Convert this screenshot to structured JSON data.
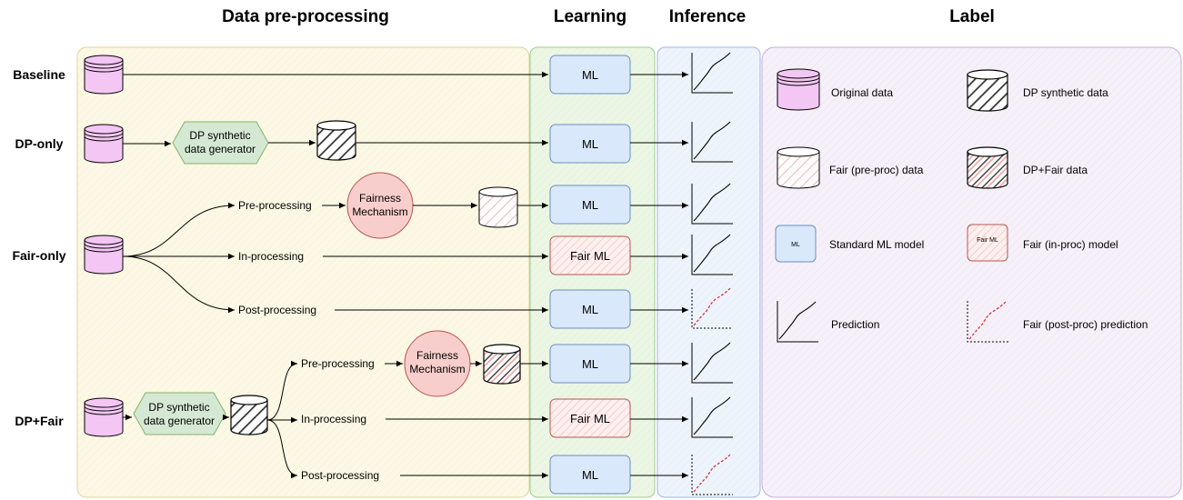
{
  "headers": {
    "preprocessing": "Data pre-processing",
    "learning": "Learning",
    "inference": "Inference",
    "label": "Label"
  },
  "rows": {
    "baseline": "Baseline",
    "dp_only": "DP-only",
    "fair_only": "Fair-only",
    "dp_fair": "DP+Fair"
  },
  "nodes": {
    "dp_generator_line1": "DP synthetic",
    "dp_generator_line2": "data generator",
    "fairness_line1": "Fairness",
    "fairness_line2": "Mechanism",
    "pre_processing": "Pre-processing",
    "in_processing": "In-processing",
    "post_processing": "Post-processing",
    "ml": "ML",
    "fair_ml": "Fair ML"
  },
  "legend": {
    "original_data": "Original data",
    "dp_synthetic_data": "DP synthetic data",
    "fair_preproc_data": "Fair (pre-proc) data",
    "dp_fair_data": "DP+Fair data",
    "standard_ml_model": "Standard ML model",
    "fair_inproc_model": "Fair (in-proc) model",
    "prediction": "Prediction",
    "fair_postproc_prediction": "Fair (post-proc) prediction",
    "ml_icon_text": "ML",
    "fair_ml_icon_text": "Fair ML"
  },
  "colors": {
    "panel_yellow": "#fbf6e0",
    "panel_green": "#e9f5e1",
    "panel_blue": "#eaf1fb",
    "panel_purple": "#f4edf8",
    "original_data_fill": "#f3c6f3",
    "ml_box_fill": "#dae8fc",
    "ml_box_stroke": "#6c8ebf",
    "fair_ml_stroke": "#b85450",
    "fairness_fill": "#f8cecc",
    "generator_fill": "#d5e8d4",
    "generator_stroke": "#82b366",
    "fair_prediction": "#d62728"
  }
}
